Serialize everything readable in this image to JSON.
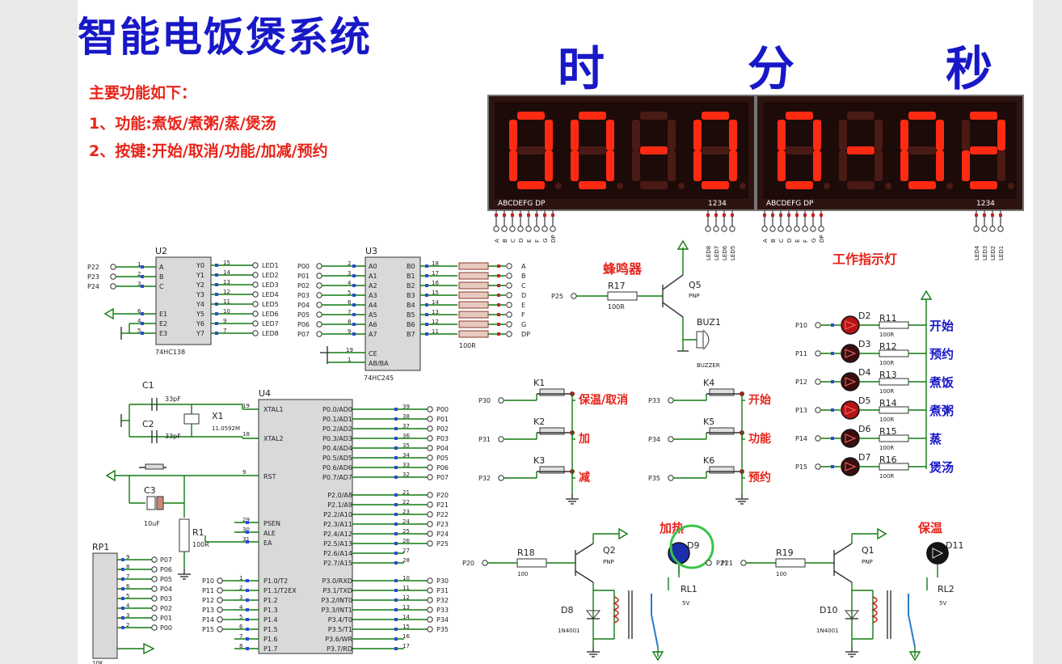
{
  "title": "智能电饭煲系统",
  "notes": {
    "heading": "主要功能如下：",
    "line1": "1、功能:煮饭/煮粥/蒸/煲汤",
    "line2": "2、按键:开始/取消/功能/加减/预约"
  },
  "time_labels": {
    "hour": "时",
    "minute": "分",
    "second": "秒"
  },
  "display": {
    "left_digits": [
      "0",
      "0",
      "-",
      "0"
    ],
    "right_digits": [
      "0",
      "-",
      "0",
      "2"
    ],
    "seg_labels": "ABCDEFG  DP",
    "digit_labels": "1234",
    "pin_letters": [
      "A",
      "B",
      "C",
      "D",
      "E",
      "F",
      "G",
      "DP"
    ],
    "left_led_pins": [
      "LED8",
      "LED7",
      "LED6",
      "LED5"
    ],
    "right_led_pins": [
      "LED4",
      "LED3",
      "LED2",
      "LED1"
    ]
  },
  "u2": {
    "ref": "U2",
    "part": "74HC138",
    "inputs": [
      "P22",
      "P23",
      "P24"
    ],
    "in_pins": [
      "A",
      "B",
      "C"
    ],
    "in_nums": [
      "1",
      "2",
      "3"
    ],
    "en_pins": [
      "E1",
      "E2",
      "E3"
    ],
    "en_nums": [
      "6",
      "4",
      "5"
    ],
    "out_pins": [
      "Y0",
      "Y1",
      "Y2",
      "Y3",
      "Y4",
      "Y5",
      "Y6",
      "Y7"
    ],
    "out_nums": [
      "15",
      "14",
      "13",
      "12",
      "11",
      "10",
      "9",
      "7"
    ],
    "out_nets": [
      "LED1",
      "LED2",
      "LED3",
      "LED4",
      "LED5",
      "LED6",
      "LED7",
      "LED8"
    ]
  },
  "u3": {
    "ref": "U3",
    "part": "74HC245",
    "in_nets": [
      "P00",
      "P01",
      "P02",
      "P03",
      "P04",
      "P05",
      "P06",
      "P07"
    ],
    "in_nums": [
      "2",
      "3",
      "4",
      "5",
      "6",
      "7",
      "8",
      "9"
    ],
    "a_pins": [
      "A0",
      "A1",
      "A2",
      "A3",
      "A4",
      "A5",
      "A6",
      "A7"
    ],
    "b_pins": [
      "B0",
      "B1",
      "B2",
      "B3",
      "B4",
      "B5",
      "B6",
      "B7"
    ],
    "b_nums": [
      "18",
      "17",
      "16",
      "15",
      "14",
      "13",
      "12",
      "11"
    ],
    "ce": "CE",
    "dir": "AB/BA",
    "ce_num": "19",
    "dir_num": "1",
    "rnet": "100R",
    "out_nets": [
      "A",
      "B",
      "C",
      "D",
      "E",
      "F",
      "G",
      "DP"
    ]
  },
  "osc": {
    "c1": "C1",
    "c2": "C2",
    "c1v": "33pF",
    "c2v": "33pF",
    "x1": "X1",
    "x1v": "11.0592M",
    "c3": "C3",
    "c3v": "10uF",
    "r1": "R1",
    "r1v": "100R"
  },
  "u4": {
    "ref": "U4",
    "xtal1": "XTAL1",
    "xtal2": "XTAL2",
    "rst": "RST",
    "psen": "PSEN",
    "ale": "ALE",
    "ea": "EA",
    "xtal1_num": "19",
    "xtal2_num": "18",
    "rst_num": "9",
    "psen_num": "29",
    "ale_num": "30",
    "ea_num": "31",
    "p1_pins": [
      "P1.0/T2",
      "P1.1/T2EX",
      "P1.2",
      "P1.3",
      "P1.4",
      "P1.5",
      "P1.6",
      "P1.7"
    ],
    "p1_nums": [
      "1",
      "2",
      "3",
      "4",
      "5",
      "6",
      "7",
      "8"
    ],
    "p1_nets": [
      "P10",
      "P11",
      "P12",
      "P13",
      "P14",
      "P15"
    ],
    "p0_pins": [
      "P0.0/AD0",
      "P0.1/AD1",
      "P0.2/AD2",
      "P0.3/AD3",
      "P0.4/AD4",
      "P0.5/AD5",
      "P0.6/AD6",
      "P0.7/AD7"
    ],
    "p0_nums": [
      "39",
      "38",
      "37",
      "36",
      "35",
      "34",
      "33",
      "32"
    ],
    "p0_nets": [
      "P00",
      "P01",
      "P02",
      "P03",
      "P04",
      "P05",
      "P06",
      "P07"
    ],
    "p2_pins": [
      "P2.0/A8",
      "P2.1/A9",
      "P2.2/A10",
      "P2.3/A11",
      "P2.4/A12",
      "P2.5/A13",
      "P2.6/A14",
      "P2.7/A15"
    ],
    "p2_nums": [
      "21",
      "22",
      "23",
      "24",
      "25",
      "26",
      "27",
      "28"
    ],
    "p2_nets": [
      "P20",
      "P21",
      "P22",
      "P23",
      "P24",
      "P25"
    ],
    "p3_pins": [
      "P3.0/RXD",
      "P3.1/TXD",
      "P3.2/INT0",
      "P3.3/INT1",
      "P3.4/T0",
      "P3.5/T1",
      "P3.6/WR",
      "P3.7/RD"
    ],
    "p3_nums": [
      "10",
      "11",
      "12",
      "13",
      "14",
      "15",
      "16",
      "17"
    ],
    "p3_nets": [
      "P30",
      "P31",
      "P32",
      "P33",
      "P34",
      "P35"
    ]
  },
  "rp1": {
    "ref": "RP1",
    "value": "10K",
    "nets": [
      "P07",
      "P06",
      "P05",
      "P04",
      "P03",
      "P02",
      "P01",
      "P00"
    ],
    "nums": [
      "9",
      "8",
      "7",
      "6",
      "5",
      "4",
      "3",
      "2"
    ]
  },
  "buzzer": {
    "label": "蜂鸣器",
    "r": "R17",
    "rv": "100R",
    "net": "P25",
    "q": "Q5",
    "qt": "PNP",
    "buz": "BUZ1",
    "buzt": "BUZZER"
  },
  "keys": [
    {
      "ref": "K1",
      "net": "P30",
      "label": "保温/取消"
    },
    {
      "ref": "K2",
      "net": "P31",
      "label": "加"
    },
    {
      "ref": "K3",
      "net": "P32",
      "label": "减"
    },
    {
      "ref": "K4",
      "net": "P33",
      "label": "开始"
    },
    {
      "ref": "K5",
      "net": "P34",
      "label": "功能"
    },
    {
      "ref": "K6",
      "net": "P35",
      "label": "预约"
    }
  ],
  "indicators": {
    "title": "工作指示灯",
    "rows": [
      {
        "net": "P10",
        "d": "D2",
        "r": "R11",
        "rv": "100R",
        "label": "开始",
        "on": true
      },
      {
        "net": "P11",
        "d": "D3",
        "r": "R12",
        "rv": "100R",
        "label": "预约",
        "on": false
      },
      {
        "net": "P12",
        "d": "D4",
        "r": "R13",
        "rv": "100R",
        "label": "煮饭",
        "on": false
      },
      {
        "net": "P13",
        "d": "D5",
        "r": "R14",
        "rv": "100R",
        "label": "煮粥",
        "on": true
      },
      {
        "net": "P14",
        "d": "D6",
        "r": "R15",
        "rv": "100R",
        "label": "蒸",
        "on": false
      },
      {
        "net": "P15",
        "d": "D7",
        "r": "R16",
        "rv": "100R",
        "label": "煲汤",
        "on": false
      }
    ]
  },
  "heater": {
    "label": "加热",
    "net": "P20",
    "r": "R18",
    "rv": "100",
    "q": "Q2",
    "qt": "PNP",
    "d": "D8",
    "dt": "1N4001",
    "led": "D9",
    "rl": "RL1",
    "rlv": "5V"
  },
  "warmer": {
    "label": "保温",
    "net": "P21",
    "r": "R19",
    "rv": "100",
    "q": "Q1",
    "qt": "PNP",
    "d": "D10",
    "dt": "1N4001",
    "led": "D11",
    "rl": "RL2",
    "rlv": "5V"
  },
  "colors": {
    "wire": "#117a11",
    "pinred": "#cc2222",
    "seg_on": "#ff2a12",
    "seg_off": "#4a1a14",
    "body": "#d9d9d9",
    "label_red": "#e8241a",
    "label_blue": "#1818c8"
  }
}
